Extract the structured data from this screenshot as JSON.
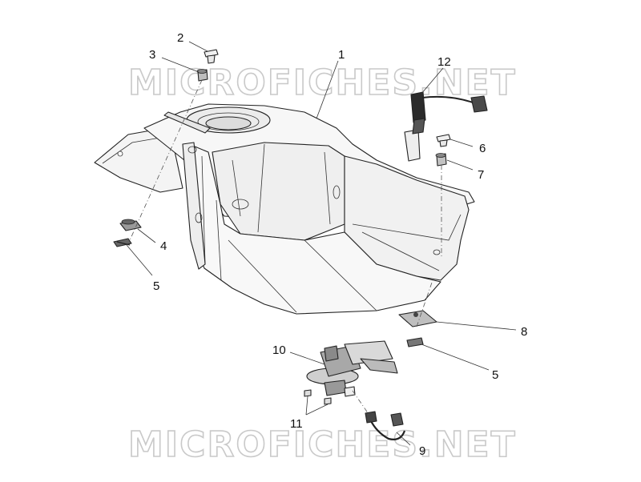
{
  "watermark": {
    "top": "MICROFICHES.NET",
    "bottom": "MICROFICHES.NET"
  },
  "callouts": {
    "c1": "1",
    "c2": "2",
    "c3": "3",
    "c4": "4",
    "c5a": "5",
    "c5b": "5",
    "c6": "6",
    "c7": "7",
    "c8": "8",
    "c9": "9",
    "c10": "10",
    "c11": "11",
    "c12": "12"
  }
}
